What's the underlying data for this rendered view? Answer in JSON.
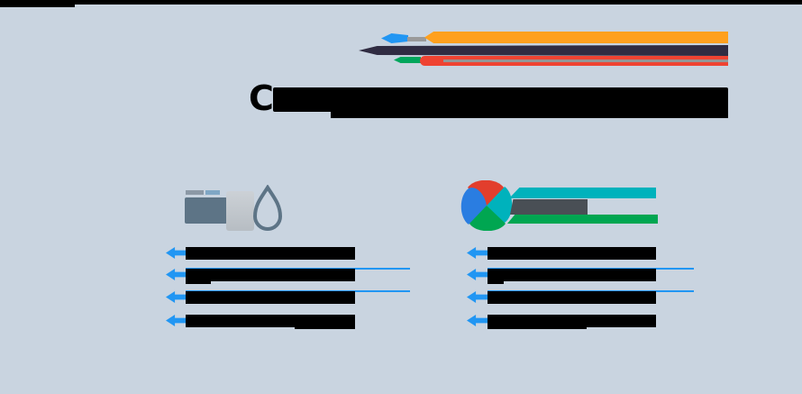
{
  "page": {
    "background_color": "#c9d4e0",
    "top_strip_color": "#000000",
    "kind": "comparison-slide-with-redacted-text"
  },
  "decoration": {
    "name": "speed-lines",
    "colors": {
      "arrow_blue": "#2196f3",
      "dash_gray": "#9a9a9a",
      "bar_orange": "#ffa01e",
      "bar_navy": "#302c42",
      "dash_green": "#00a65c",
      "bar_red": "#ef4332",
      "stripe_gray": "#969696"
    }
  },
  "title": {
    "visible_prefix": "C",
    "state": "redacted",
    "color": "#000000"
  },
  "left_column": {
    "logo": {
      "type": "droplet-grayscale",
      "wordmark_color": "#5d7486",
      "block_color": "#c2c8cd",
      "small_text_color": "#8c99a6"
    },
    "bullets": {
      "count": 4,
      "marker": "arrow-left-icon",
      "marker_color": "#2196f3",
      "text_state": "redacted"
    }
  },
  "right_column": {
    "logo": {
      "type": "pinwheel",
      "blade_colors": {
        "red": "#e23e2d",
        "teal": "#00b2bc",
        "green": "#00a651",
        "blue": "#2a7de1"
      },
      "teal_bar_color": "#00b2bc",
      "text_color": "#494f55",
      "green_bar_color": "#00a651"
    },
    "bullets": {
      "count": 4,
      "marker": "arrow-left-icon",
      "marker_color": "#2196f3",
      "text_state": "redacted"
    }
  }
}
